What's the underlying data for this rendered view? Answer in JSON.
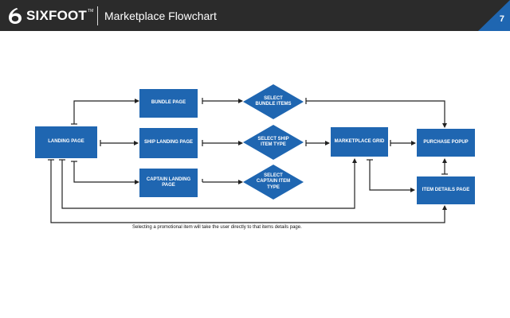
{
  "header": {
    "brand": "SIXFOOT",
    "trademark": "TM",
    "title": "Marketplace Flowchart",
    "page_number": "7"
  },
  "colors": {
    "header_bg": "#2b2b2b",
    "node_fill": "#1f66b1",
    "accent": "#1f66b1",
    "connector": "#222222"
  },
  "nodes": {
    "landing_page": "LANDING PAGE",
    "bundle_page": "BUNDLE PAGE",
    "ship_landing_page": "SHIP LANDING PAGE",
    "captain_landing_page": "CAPTAIN LANDING PAGE",
    "select_bundle_items": "SELECT BUNDLE ITEMS",
    "select_ship_item_type": "SELECT SHIP ITEM TYPE",
    "select_captain_item_type": "SELECT CAPTAIN ITEM TYPE",
    "marketplace_grid": "MARKETPLACE GRID",
    "purchase_popup": "PURCHASE POPUP",
    "item_details_page": "ITEM DETAILS PAGE"
  },
  "note": "Selecting a promotional item will take the user directly to that items details page."
}
